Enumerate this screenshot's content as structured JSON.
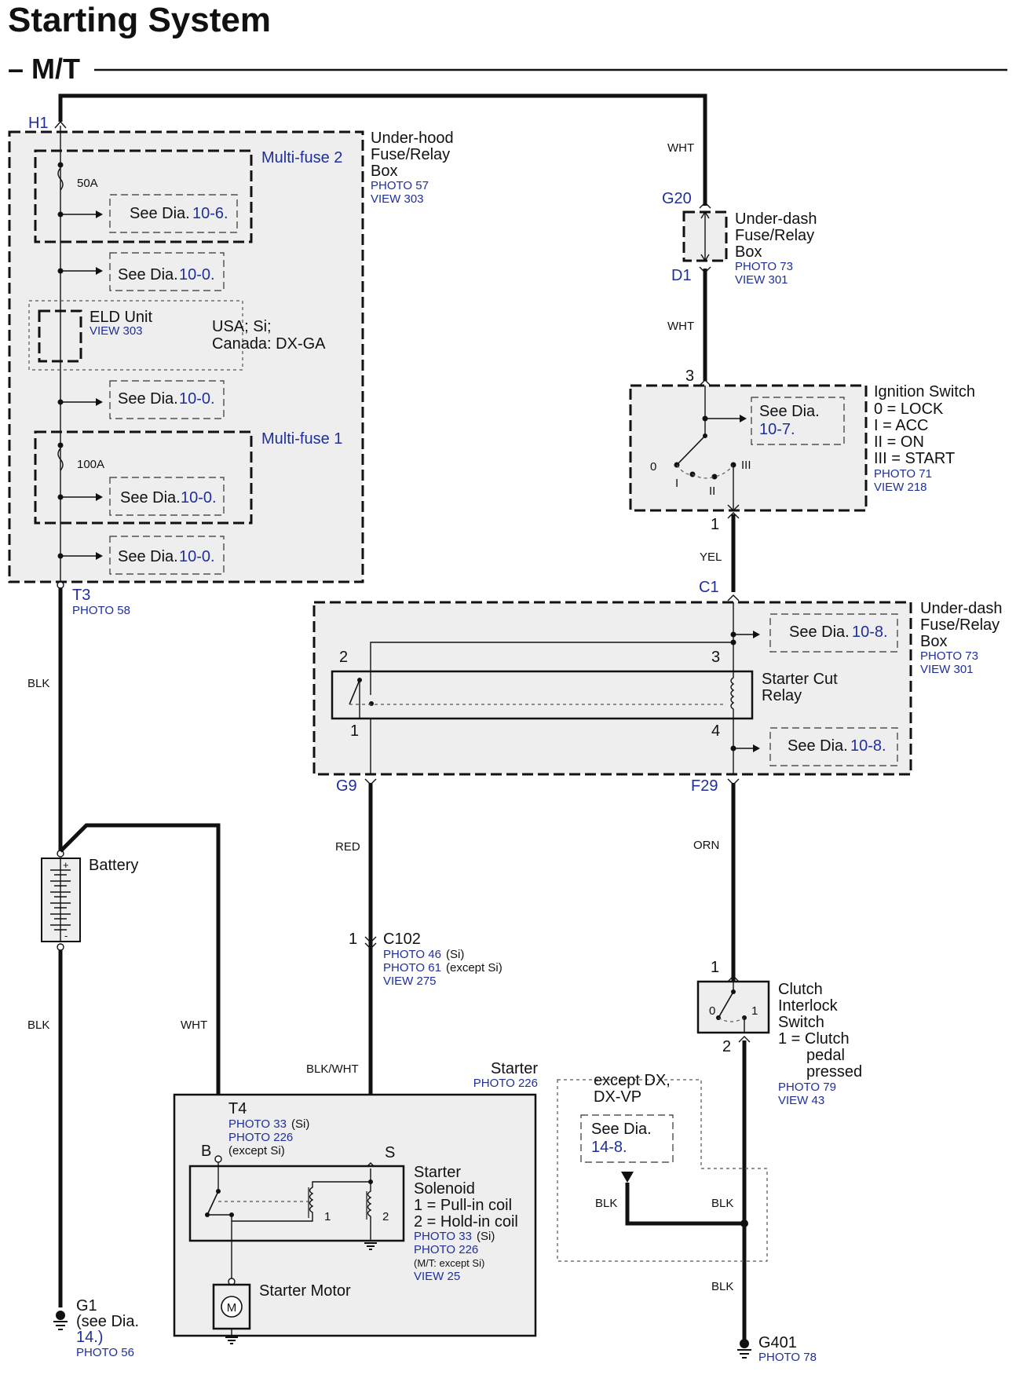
{
  "title": "Starting System",
  "subtitle": "– M/T",
  "colors": {
    "connector_label": "#1f2f9a",
    "box_fill": "#eeeeee",
    "wire": "#111111"
  },
  "underhood_box": {
    "connector_top": "H1",
    "name": [
      "Under-hood",
      "Fuse/Relay",
      "Box"
    ],
    "photo": "PHOTO 57",
    "view": "VIEW 303",
    "multifuse2": {
      "label": "Multi-fuse 2",
      "fuse": "50A",
      "see": "See Dia.",
      "ref": "10-6."
    },
    "see_a": {
      "see": "See Dia.",
      "ref": "10-0."
    },
    "eld": {
      "name": "ELD Unit",
      "view": "VIEW 303",
      "note1": "USA; Si;",
      "note2": "Canada: DX-GA"
    },
    "see_b": {
      "see": "See Dia.",
      "ref": "10-0."
    },
    "multifuse1": {
      "label": "Multi-fuse 1",
      "fuse": "100A",
      "see": "See Dia.",
      "ref": "10-0."
    },
    "see_c": {
      "see": "See Dia.",
      "ref": "10-0."
    },
    "connector_bottom": "T3",
    "connector_bottom_photo": "PHOTO 58"
  },
  "wires": {
    "h1_top": "WHT",
    "g20_d1": "WHT",
    "yel": "YEL",
    "t3_battery": "BLK",
    "battery_ground": "BLK",
    "battery_starter": "WHT",
    "red": "RED",
    "blkwht": "BLK/WHT",
    "orn": "ORN",
    "clutch_ground_a": "BLK",
    "clutch_ground_b": "BLK",
    "except_blk": "BLK"
  },
  "underdash_top": {
    "connector_top": "G20",
    "connector_bottom": "D1",
    "name": [
      "Under-dash",
      "Fuse/Relay",
      "Box"
    ],
    "photo": "PHOTO 73",
    "view": "VIEW 301"
  },
  "ignition": {
    "pin_top": "3",
    "pin_bottom": "1",
    "name": "Ignition Switch",
    "positions": [
      "0  = LOCK",
      "I   = ACC",
      "II  = ON",
      "III = START"
    ],
    "photo": "PHOTO 71",
    "view": "VIEW 218",
    "see": "See Dia.",
    "ref": "10-7.",
    "sw": {
      "p0": "0",
      "p1": "I",
      "p2": "II",
      "p3": "III"
    }
  },
  "underdash_relay": {
    "connector_top": "C1",
    "name": [
      "Under-dash",
      "Fuse/Relay",
      "Box"
    ],
    "photo": "PHOTO 73",
    "view": "VIEW 301",
    "relay_name": [
      "Starter Cut",
      "Relay"
    ],
    "pins": {
      "p1": "1",
      "p2": "2",
      "p3": "3",
      "p4": "4"
    },
    "see_top": {
      "see": "See Dia.",
      "ref": "10-8."
    },
    "see_bottom": {
      "see": "See Dia.",
      "ref": "10-8."
    },
    "connector_left": "G9",
    "connector_right": "F29"
  },
  "battery": {
    "name": "Battery",
    "plus": "+",
    "minus": "-"
  },
  "c102": {
    "pin": "1",
    "name": "C102",
    "photo1": "PHOTO 46",
    "photo1_note": "(Si)",
    "photo2": "PHOTO 61",
    "photo2_note": "(except Si)",
    "view": "VIEW 275"
  },
  "clutch": {
    "pin_top": "1",
    "pin_bottom": "2",
    "name": [
      "Clutch",
      "Interlock",
      "Switch"
    ],
    "note": [
      "1 = Clutch",
      "pedal",
      "pressed"
    ],
    "photo": "PHOTO 79",
    "view": "VIEW 43",
    "sw0": "0",
    "sw1": "1"
  },
  "except_box": {
    "note": [
      "except DX,",
      "DX-VP"
    ],
    "see": "See Dia.",
    "ref": "14-8."
  },
  "starter": {
    "name": "Starter",
    "photo": "PHOTO 226",
    "t4": "T4",
    "t4_photo1": "PHOTO 33",
    "t4_photo1_note": "(Si)",
    "t4_photo2": "PHOTO 226",
    "t4_photo2_note": "(except Si)",
    "pin_b": "B",
    "pin_s": "S",
    "solenoid": [
      "Starter",
      "Solenoid"
    ],
    "coils": [
      "1 =  Pull-in coil",
      "2 =  Hold-in coil"
    ],
    "coil1": "1",
    "coil2": "2",
    "sol_photo1": "PHOTO 33",
    "sol_photo1_note": "(Si)",
    "sol_photo2": "PHOTO 226",
    "sol_photo2_note": "(M/T: except Si)",
    "sol_view": "VIEW 25",
    "motor": "Starter Motor",
    "motor_symbol": "M"
  },
  "g1": {
    "name": "G1",
    "note1": "(see  Dia.",
    "ref": "14.)",
    "photo": "PHOTO 56"
  },
  "g401": {
    "name": "G401",
    "photo": "PHOTO 78"
  }
}
